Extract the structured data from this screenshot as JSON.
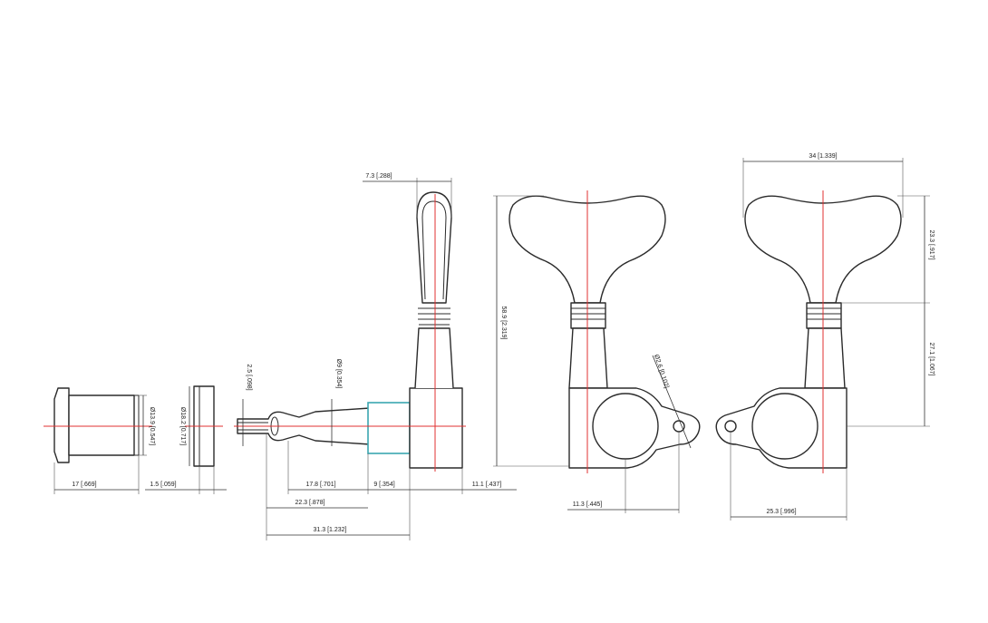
{
  "colors": {
    "line": "#2b2b2b",
    "axis": "#e03030",
    "bushing": "#3aa6b0",
    "background": "#ffffff"
  },
  "dimensions": {
    "nut_width": "17 [.669]",
    "nut_diameter": "Ø13.9 [0.547]",
    "washer_thickness": "1.5 [.059]",
    "washer_diameter": "Ø18.2 [0.717]",
    "post_slot": "2.5 [.098]",
    "post_diameter": "Ø9 [0.354]",
    "post_length": "17.8 [.701]",
    "bushing_length": "9 [.354]",
    "post_total": "22.3 [.878]",
    "overall_side": "31.3 [1.232]",
    "housing_offset": "11.1 [.437]",
    "key_thickness": "7.3 [.288]",
    "overall_height": "58.9 [2.319]",
    "screw_hole": "Ø2.6 [0.102]",
    "hole_offset": "11.3 [.445]",
    "key_width": "34 [1.339]",
    "key_height": "23.3 [.917]",
    "shaft_height": "27.1 [1.067]",
    "base_width": "25.3 [.996]"
  }
}
